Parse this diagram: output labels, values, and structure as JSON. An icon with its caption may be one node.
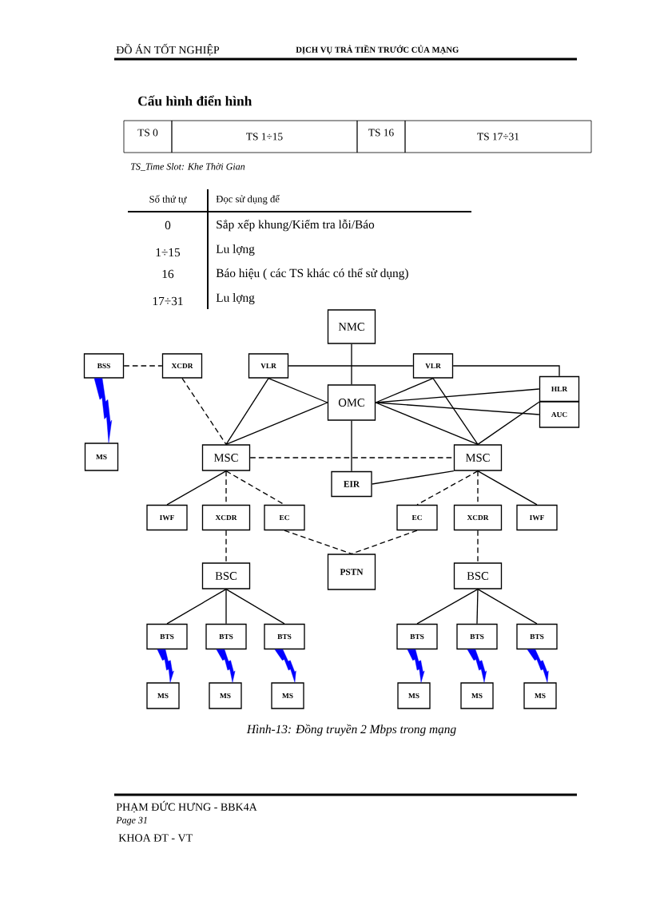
{
  "diagram": {
    "title": "Cấu hình điển hình",
    "caption": "Hình-13: Đồng truyền 2 Mbps trong mạng",
    "nodes": [
      {
        "text": [
          "NMC"
        ]
      },
      {
        "text": [
          "BSS"
        ]
      },
      {
        "text": [
          "XCDR"
        ]
      },
      {
        "text": [
          "VLR"
        ]
      },
      {
        "text": [
          "VLR"
        ]
      },
      {
        "text": [
          "HLR"
        ]
      },
      {
        "text": [
          "AUC"
        ]
      },
      {
        "text": [
          "OMC"
        ]
      },
      {
        "text": [
          "MS"
        ]
      },
      {
        "text": [
          "MSC"
        ]
      },
      {
        "text": [
          "MSC"
        ]
      },
      {
        "text": [
          "EIR"
        ]
      },
      {
        "text": [
          "IWF"
        ]
      },
      {
        "text": [
          "XCDR"
        ]
      },
      {
        "text": [
          "EC"
        ]
      },
      {
        "text": [
          "EC"
        ]
      },
      {
        "text": [
          "XCDR"
        ]
      },
      {
        "text": [
          "IWF"
        ]
      },
      {
        "text": [
          "PSTN"
        ]
      },
      {
        "text": [
          "BSC"
        ]
      },
      {
        "text": [
          "BSC"
        ]
      },
      {
        "text": [
          "BTS"
        ]
      },
      {
        "text": [
          "BTS"
        ]
      },
      {
        "text": [
          "BTS"
        ]
      },
      {
        "text": [
          "BTS"
        ]
      },
      {
        "text": [
          "BTS"
        ]
      },
      {
        "text": [
          "BTS"
        ]
      },
      {
        "text": [
          "MS"
        ]
      },
      {
        "text": [
          "MS"
        ]
      },
      {
        "text": [
          "MS"
        ]
      },
      {
        "text": [
          "MS"
        ]
      },
      {
        "text": [
          "MS"
        ]
      },
      {
        "text": [
          "MS"
        ]
      }
    ],
    "edges": [
      {
        "from": 0,
        "to": 7,
        "arrow": "none"
      },
      {
        "from": 3,
        "to": 4,
        "arrow": "none"
      },
      {
        "from": 4,
        "to": 5,
        "arrow": "none"
      },
      {
        "from": 7,
        "to": 3,
        "arrow": "none"
      },
      {
        "from": 7,
        "to": 4,
        "arrow": "none"
      },
      {
        "from": 7,
        "to": 5,
        "arrow": "none"
      },
      {
        "from": 7,
        "to": 6,
        "arrow": "none"
      },
      {
        "from": 7,
        "to": 9,
        "arrow": "none"
      },
      {
        "from": 7,
        "to": 10,
        "arrow": "none"
      },
      {
        "from": 7,
        "to": 11,
        "arrow": "none"
      },
      {
        "from": 3,
        "to": 9,
        "arrow": "none"
      },
      {
        "from": 4,
        "to": 10,
        "arrow": "none"
      },
      {
        "from": 5,
        "to": 10,
        "arrow": "none"
      },
      {
        "from": 1,
        "to": 2,
        "arrow": "none",
        "style": "dashed"
      },
      {
        "from": 2,
        "to": 9,
        "arrow": "none",
        "style": "dashed"
      },
      {
        "from": 1,
        "to": 8,
        "arrow": "none",
        "color": "#0000ff"
      },
      {
        "from": 9,
        "to": 10,
        "arrow": "none",
        "style": "dashed"
      },
      {
        "from": 11,
        "to": 10,
        "arrow": "none"
      },
      {
        "from": 9,
        "to": 12,
        "arrow": "none"
      },
      {
        "from": 9,
        "to": 13,
        "arrow": "none",
        "style": "dashed"
      },
      {
        "from": 9,
        "to": 14,
        "arrow": "none",
        "style": "dashed"
      },
      {
        "from": 10,
        "to": 15,
        "arrow": "none",
        "style": "dashed"
      },
      {
        "from": 10,
        "to": 16,
        "arrow": "none",
        "style": "dashed"
      },
      {
        "from": 10,
        "to": 17,
        "arrow": "none"
      },
      {
        "from": 14,
        "to": 18,
        "arrow": "none",
        "style": "dashed"
      },
      {
        "from": 15,
        "to": 18,
        "arrow": "none",
        "style": "dashed"
      },
      {
        "from": 13,
        "to": 19,
        "arrow": "none",
        "style": "dashed"
      },
      {
        "from": 16,
        "to": 20,
        "arrow": "none",
        "style": "dashed"
      },
      {
        "from": 19,
        "to": 21,
        "arrow": "none"
      },
      {
        "from": 19,
        "to": 22,
        "arrow": "none"
      },
      {
        "from": 19,
        "to": 23,
        "arrow": "none"
      },
      {
        "from": 20,
        "to": 24,
        "arrow": "none"
      },
      {
        "from": 20,
        "to": 25,
        "arrow": "none"
      },
      {
        "from": 20,
        "to": 26,
        "arrow": "none"
      },
      {
        "from": 21,
        "to": 27,
        "arrow": "none",
        "color": "#0000ff"
      },
      {
        "from": 22,
        "to": 28,
        "arrow": "none",
        "color": "#0000ff"
      },
      {
        "from": 23,
        "to": 29,
        "arrow": "none",
        "color": "#0000ff"
      },
      {
        "from": 24,
        "to": 30,
        "arrow": "none",
        "color": "#0000ff"
      },
      {
        "from": 25,
        "to": 31,
        "arrow": "none",
        "color": "#0000ff"
      },
      {
        "from": 26,
        "to": 32,
        "arrow": "none",
        "color": "#0000ff"
      }
    ],
    "labels": [
      "ĐỒ ÁN TỐT NGHIỆP",
      "DỊCH VỤ TRẢ TIỀN TRƯỚC CỦA MẠNG",
      "TS 0",
      "TS 1÷15",
      "TS 16",
      "TS 17÷31",
      "TS_Time Slot: Khe Thời Gian",
      "Số thứ tự",
      "Đọc sử dụng để",
      "0",
      "Sắp xếp khung/Kiểm tra lỗi/Báo",
      "1÷15",
      "Lu lợng",
      "16",
      "Báo hiệu ( các TS khác có thể sử dụng)",
      "17÷31",
      "Lu lợng",
      "PHẠM ĐỨC HƯNG - BBK4A",
      "Page 31",
      "KHOA ĐT - VT"
    ]
  }
}
